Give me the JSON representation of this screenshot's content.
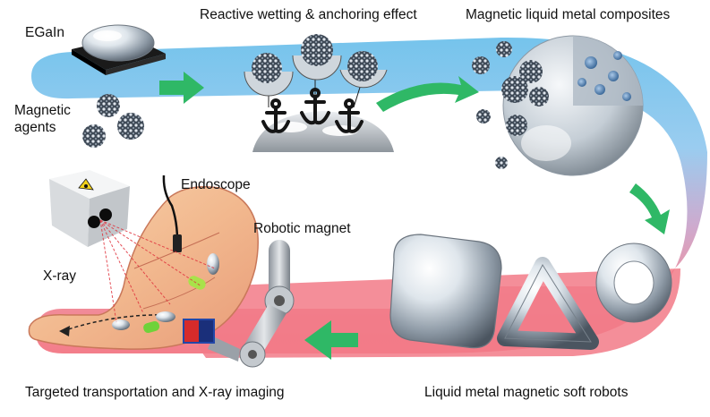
{
  "labels": {
    "egain": "EGaIn",
    "magnetic_agents_1": "Magnetic",
    "magnetic_agents_2": "agents",
    "reactive_wetting": "Reactive wetting & anchoring effect",
    "composites": "Magnetic liquid metal composites",
    "endoscope": "Endoscope",
    "robotic_magnet": "Robotic magnet",
    "xray": "X-ray",
    "targeted": "Targeted transportation and X-ray imaging",
    "soft_robots": "Liquid metal magnetic soft robots"
  },
  "colors": {
    "flow_blue": "#6ec3ee",
    "flow_pink": "#f07a86",
    "arrow_green": "#2fb866",
    "anchor": "#151515"
  }
}
